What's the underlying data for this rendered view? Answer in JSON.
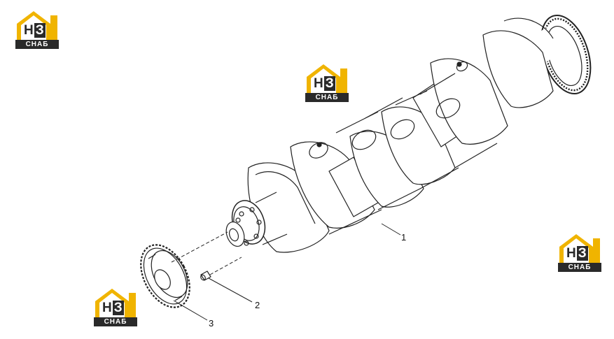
{
  "brand": {
    "logo_letters_h": "Н",
    "logo_letters_z": "З",
    "logo_caption": "СНАБ",
    "colors": {
      "accent": "#f0b400",
      "dark": "#2a2a2a"
    }
  },
  "callouts": [
    {
      "number": "1",
      "part": "crankshaft"
    },
    {
      "number": "2",
      "part": "dowel-pin"
    },
    {
      "number": "3",
      "part": "crankshaft-gear"
    }
  ]
}
